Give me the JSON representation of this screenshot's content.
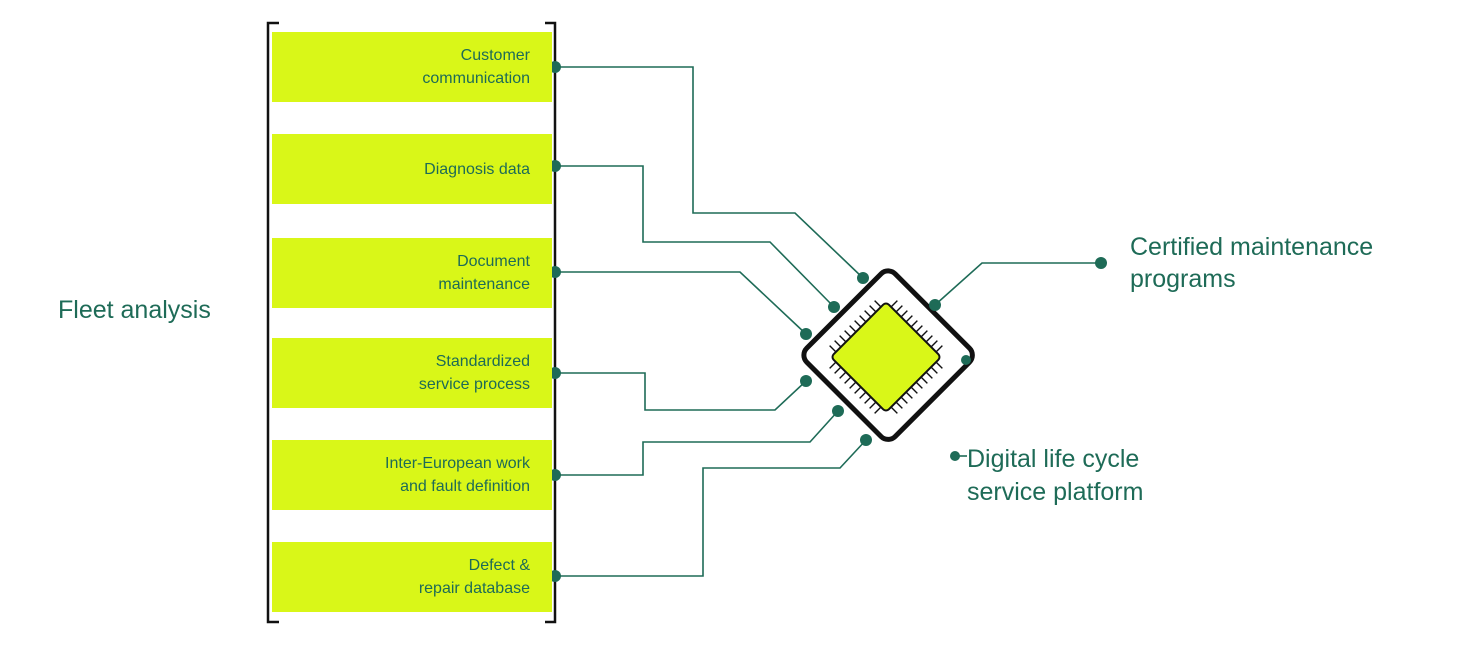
{
  "left_label": "Fleet analysis",
  "items": [
    {
      "label": "Customer\ncommunication"
    },
    {
      "label": "Diagnosis data"
    },
    {
      "label": "Document\nmaintenance"
    },
    {
      "label": "Standardized\nservice process"
    },
    {
      "label": "Inter-European work\nand fault definition"
    },
    {
      "label": "Defect &\nrepair database"
    }
  ],
  "outputs": {
    "certified": "Certified maintenance\nprograms",
    "platform": "Digital life cycle\nservice platform"
  },
  "colors": {
    "accent": "#d9f718",
    "text": "#1e6b57",
    "line": "#1e6b57",
    "chip_outline": "#111111"
  }
}
